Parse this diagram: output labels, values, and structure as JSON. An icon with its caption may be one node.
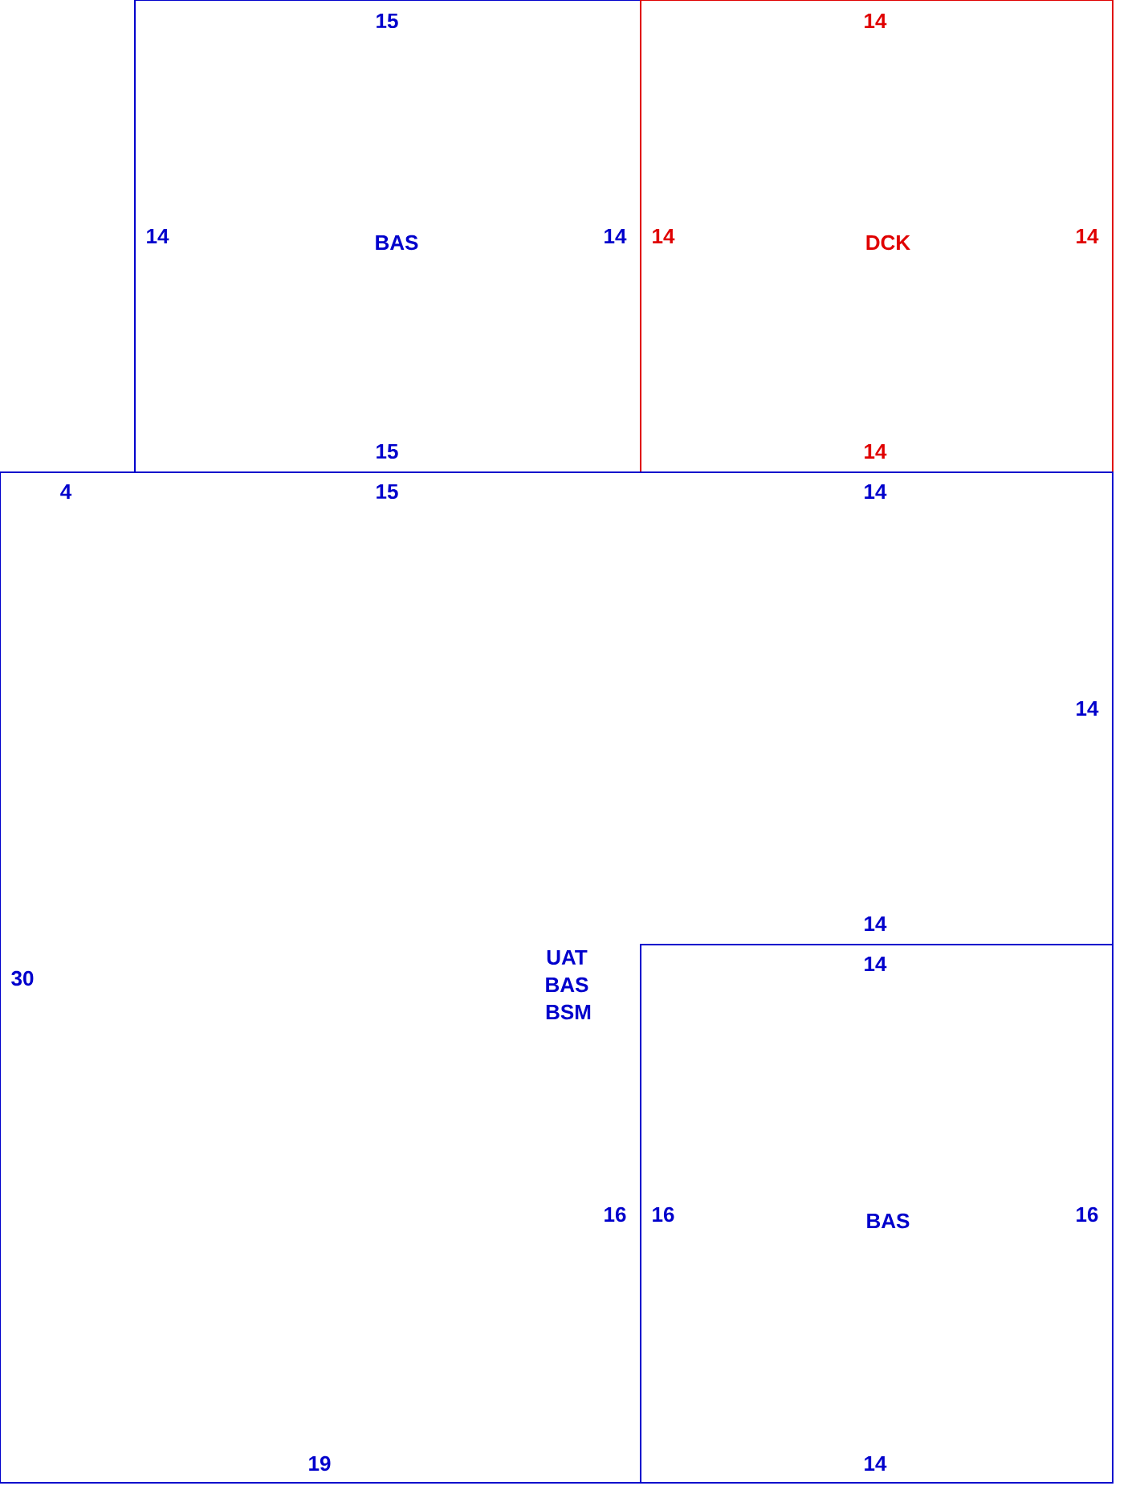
{
  "diagram": {
    "nodes": [
      {
        "text": [
          "15",
          "14",
          "BAS",
          "14",
          "15"
        ]
      },
      {
        "text": [
          "14",
          "14",
          "DCK",
          "14",
          "14"
        ]
      },
      {
        "text": [
          "4",
          "15",
          "14",
          "14",
          "14",
          "30",
          "UAT",
          "BAS",
          "BSM",
          "16",
          "19"
        ]
      },
      {
        "text": [
          "14",
          "16",
          "BAS",
          "16",
          "14"
        ]
      }
    ],
    "edges": []
  }
}
